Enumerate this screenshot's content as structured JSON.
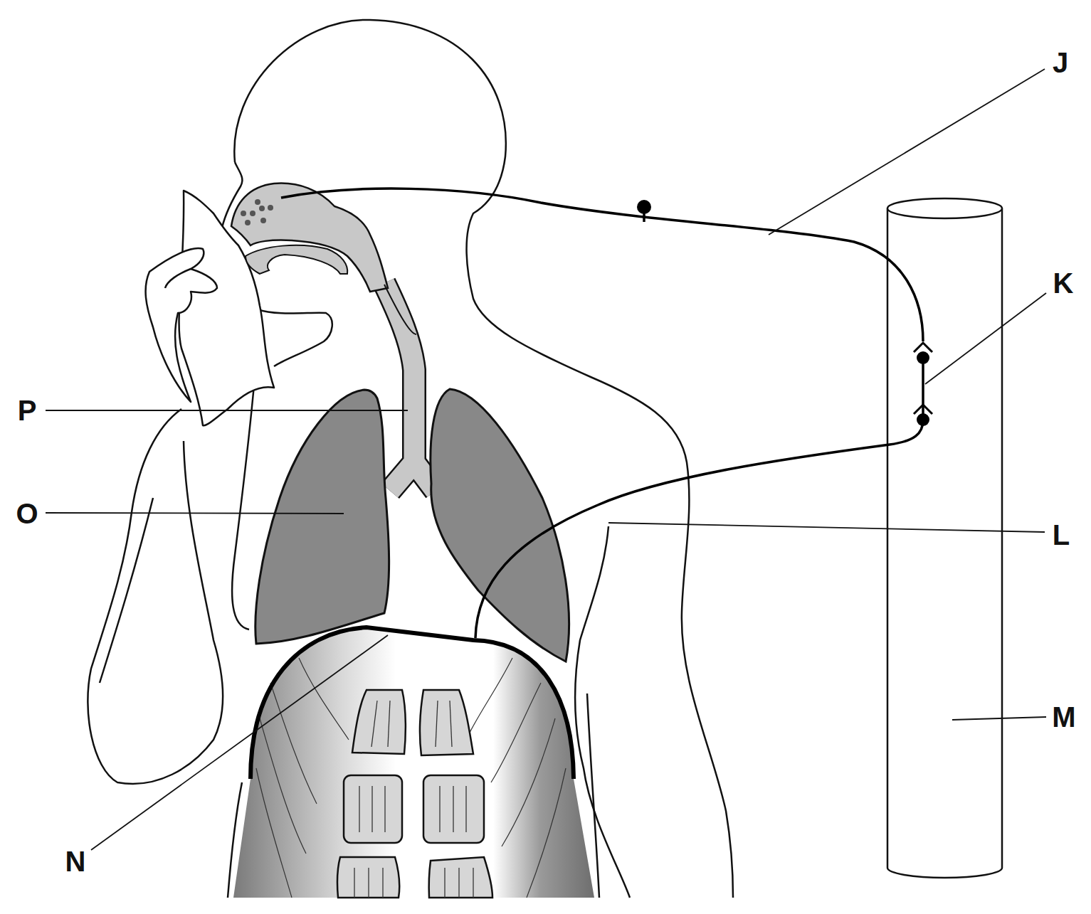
{
  "diagram": {
    "labels": [
      "J",
      "K",
      "L",
      "M",
      "N",
      "O",
      "P"
    ]
  }
}
